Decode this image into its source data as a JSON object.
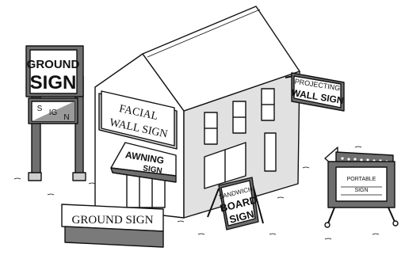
{
  "signs": {
    "ground_sign_post": {
      "line1": "GROUND",
      "line2": "SIGN",
      "sub_top": "S",
      "sub_mid": "IG",
      "sub_bottom": "N"
    },
    "facial_wall_sign": {
      "line1": "FACIAL",
      "line2": "WALL SIGN"
    },
    "awning_sign": {
      "line1": "AWNING",
      "line2": "SIGN"
    },
    "projecting_wall_sign": {
      "line1": "PROJECTING",
      "line2": "WALL SIGN"
    },
    "sandwich_board_sign": {
      "line1": "SANDWICH",
      "line2": "BOARD",
      "line3": "SIGN"
    },
    "portable_sign": {
      "line1": "PORTABLE",
      "line2": "SIGN"
    },
    "ground_sign_monument": {
      "label": "GROUND SIGN"
    }
  },
  "colors": {
    "ink": "#111111",
    "wall_gray": "#e1e1e1",
    "dark_gray": "#6f6f6f",
    "mid_gray": "#9a9a9a"
  }
}
